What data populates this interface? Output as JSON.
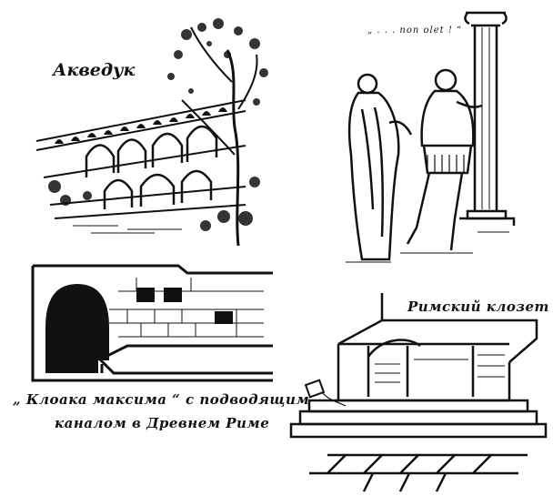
{
  "captions": {
    "aqueduct": "Акведук",
    "quote": "„ . . . non olet ! “",
    "cloaca_line1": "„ Клоака максима “ с подводящим",
    "cloaca_line2": "каналом в Древнем Риме",
    "closet": "Римский клозет"
  },
  "icons": {
    "aqueduct": "aqueduct-illustration",
    "romans": "two-romans-illustration",
    "cloaca": "cloaca-maxima-illustration",
    "closet": "roman-latrine-illustration"
  }
}
